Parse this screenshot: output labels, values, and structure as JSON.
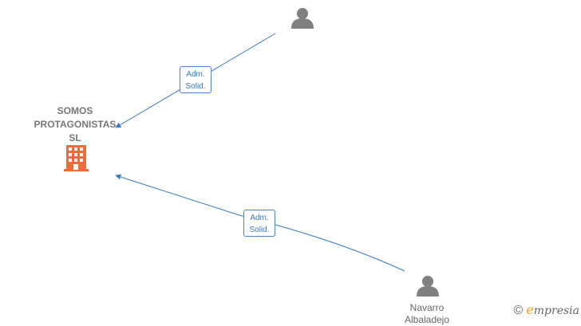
{
  "company": {
    "name_line1": "SOMOS",
    "name_line2": "PROTAGONISTAS",
    "name_line3": "SL"
  },
  "edges": [
    {
      "line1": "Adm.",
      "line2": "Solid."
    },
    {
      "line1": "Adm.",
      "line2": "Solid."
    }
  ],
  "persons": [
    {
      "name": ""
    },
    {
      "name_line1": "Navarro",
      "name_line2": "Albaladejo"
    }
  ],
  "watermark": {
    "copyright": "©",
    "brand_e": "e",
    "brand_rest": "mpresia"
  },
  "colors": {
    "edge": "#3a78c0",
    "company_icon": "#f26b3a",
    "person_icon": "#808080"
  }
}
